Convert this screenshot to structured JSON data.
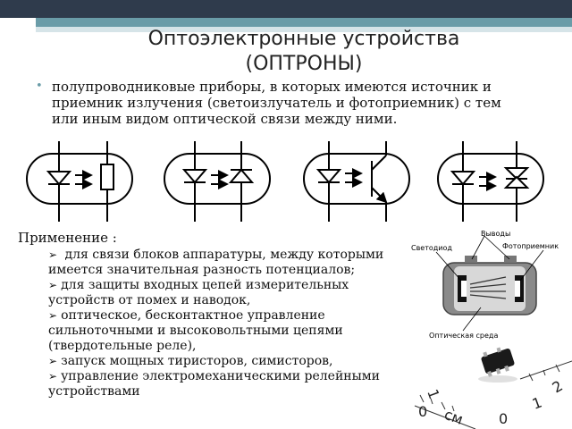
{
  "slide": {
    "title_line1": "Оптоэлектронные устройства",
    "title_line2": "(ОПТРОНЫ)",
    "intro_bullet": "•",
    "intro_text": "полупроводниковые приборы, в которых имеются источник и приемник излучения (светоизлучатель и фотоприемник) с тем или иным видом оптической связи между ними.",
    "applications_title": "Применение :",
    "applications": [
      {
        "marker": "➢",
        "text": " для связи блоков аппаратуры, между которыми имеется значительная разность потенциалов;"
      },
      {
        "marker": "➢",
        "text": "для защиты входных цепей измерительных устройств от помех и наводок,"
      },
      {
        "marker": "➢",
        "text": "оптическое, бесконтактное управление сильноточными и высоковольтными цепями (твердотельные реле),"
      },
      {
        "marker": "➢",
        "text": "запуск мощных тиристоров, симисторов,"
      },
      {
        "marker": "➢",
        "text": "управление электромеханическими релейными устройствами"
      }
    ],
    "diagram_labels": {
      "pins": "Выводы",
      "led": "Светодиод",
      "photodetector": "Фотоприемник",
      "medium": "Оптическая среда"
    },
    "ruler_labels": {
      "cm": "см",
      "n0a": "0",
      "n0b": "0",
      "n1a": "1",
      "n1b": "1",
      "n2": "2"
    }
  }
}
